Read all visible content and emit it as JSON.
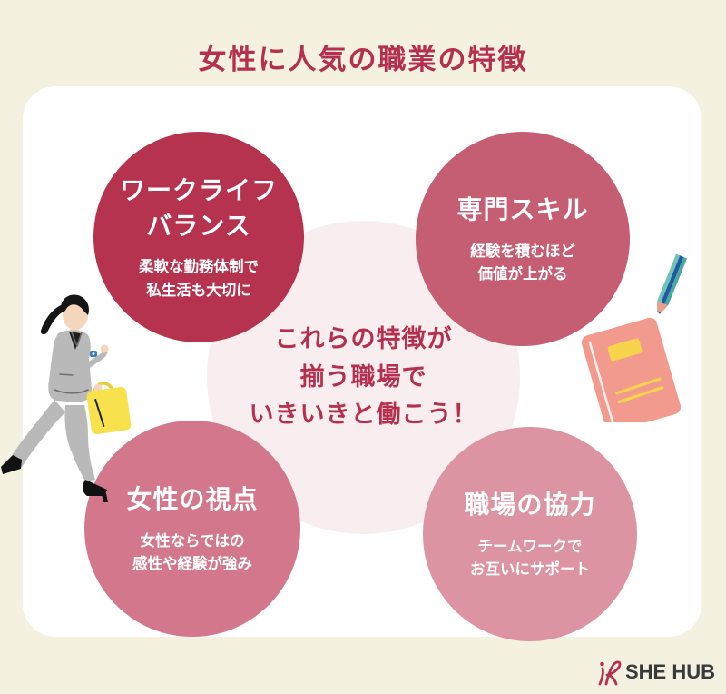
{
  "title": "女性に人気の職業の特徴",
  "card": {
    "center_message": {
      "lines": [
        "これらの特徴が",
        "揃う職場で",
        "いきいきと働こう！"
      ]
    },
    "features": [
      {
        "name": "work-life-balance",
        "title_lines": [
          "ワークライフ",
          "バランス"
        ],
        "desc_lines": [
          "柔軟な勤務体制で",
          "私生活も大切に"
        ],
        "color": "#b63350"
      },
      {
        "name": "professional-skills",
        "title_lines": [
          "専門スキル"
        ],
        "desc_lines": [
          "経験を積むほど",
          "価値が上がる"
        ],
        "color": "#c65e73"
      },
      {
        "name": "womens-perspective",
        "title_lines": [
          "女性の視点"
        ],
        "desc_lines": [
          "女性ならではの",
          "感性や経験が強み"
        ],
        "color": "#d3788c"
      },
      {
        "name": "workplace-cooperation",
        "title_lines": [
          "職場の協力"
        ],
        "desc_lines": [
          "チームワークで",
          "お互いにサポート"
        ],
        "color": "#dc93a2"
      }
    ]
  },
  "illustrations": {
    "left": "walking-businesswoman",
    "right": [
      "notebook",
      "pencil"
    ]
  },
  "footer": {
    "brand": "SHE HUB"
  },
  "colors": {
    "background": "#f5f1e1",
    "card": "#ffffff",
    "accent": "#b5304e",
    "center_circle": "#f8edef",
    "circle_tl": "#b63350",
    "circle_tr": "#c65e73",
    "circle_bl": "#d3788c",
    "circle_br": "#dc93a2",
    "brand_text": "#3a3a3a",
    "bag_yellow": "#f7e14d",
    "notebook_salmon": "#f29a8e",
    "pencil_teal": "#6fc2b4",
    "pencil_navy": "#1d5ba6"
  }
}
